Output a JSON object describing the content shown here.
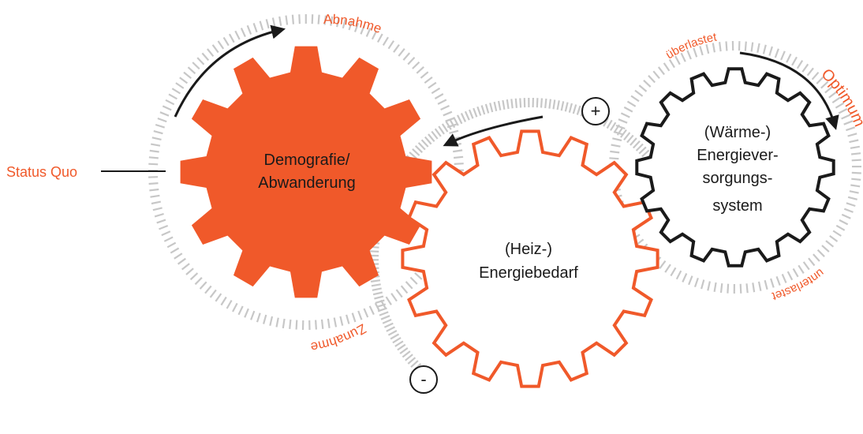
{
  "status_quo": "Status Quo",
  "gear_demografie": {
    "line1": "Demografie/",
    "line2": "Abwanderung"
  },
  "gear_bedarf": {
    "line1": "(Heiz-)",
    "line2": "Energiebedarf"
  },
  "gear_system": {
    "line1": "(Wärme-)",
    "line2": "Energiever-",
    "line3": "sorgungs-",
    "line4": "system"
  },
  "ring_demografie": {
    "top": "Abnahme",
    "bottom": "Zunahme"
  },
  "ring_system": {
    "top": "überlastet",
    "right": "Optimum",
    "bottom": "unterlastet"
  },
  "signs": {
    "plus": "+",
    "minus": "-"
  },
  "colors": {
    "accent": "#f0592a",
    "dark": "#1a1a1a",
    "tick": "#c7c7c7"
  }
}
